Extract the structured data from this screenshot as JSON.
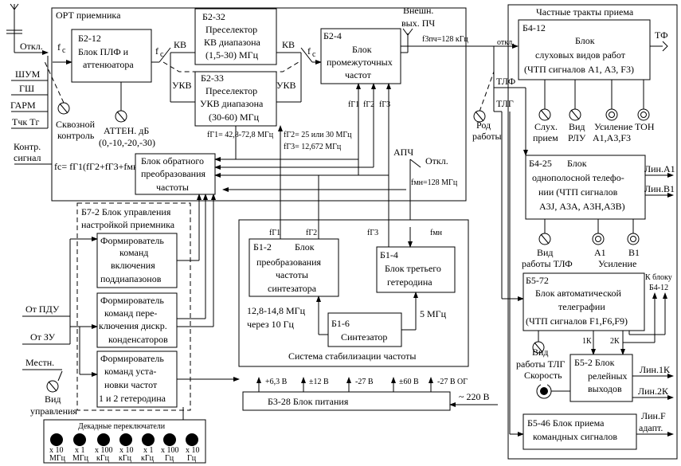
{
  "left_inputs": [
    "Откл.",
    "f",
    "ШУМ",
    "ГШ",
    "ГАРМ",
    "Тчк Тг",
    "Контр.",
    "сигнал"
  ],
  "ort": {
    "title": "ОРТ приемника",
    "b2_12": [
      "Б2-12",
      "Блок ПЛФ и",
      "аттенюатора"
    ],
    "kv": "КВ",
    "ukv": "УКВ",
    "fc": "f",
    "fc_sub": "c",
    "b2_32": [
      "Б2-32",
      "Преселектор",
      "КВ диапазона",
      "(1,5-30) МГц"
    ],
    "b2_33": [
      "Б2-33",
      "Преселектор",
      "УКВ диапазона",
      "(30-60) МГц"
    ],
    "b2_4": [
      "Б2-4",
      "Блок",
      "промежуточных",
      "частот"
    ],
    "ext_out": [
      "Внешн.",
      "вых. ПЧ"
    ],
    "f3pch": "f3пч=128 кГц",
    "through": [
      "Сквозной",
      "контроль"
    ],
    "atten": [
      "АТТЕН. дБ",
      "(0,-10,-20,-30)"
    ],
    "fg1": "fГ1= 42,8-72,8 МГц",
    "fg2": "fГ2= 25 или 30 МГц",
    "fg3": "fГ3= 12,672 МГц",
    "g1": "fГ1",
    "g2": "fГ2",
    "g3": "fГ3",
    "apch": "АПЧ",
    "off": "Откл.",
    "fmn": "fмн=128 МГц",
    "formula": "fc= fГ1(fГ2+fГ3+fмн)",
    "b_obr": [
      "Блок обратного",
      "преобразования",
      "частоты"
    ]
  },
  "b7_2": {
    "title": [
      "Б7-2  Блок управления",
      "настройкой приемника"
    ],
    "f1": [
      "Формирователь",
      "команд",
      "включения",
      "поддиапазонов"
    ],
    "f2": [
      "Формирователь",
      "команд пере-",
      "ключения дискр.",
      "конденсаторов"
    ],
    "f3": [
      "Формирователь",
      "команд уста-",
      "новки частот",
      "1 и 2 гетеродина"
    ]
  },
  "left_ctrl": [
    "От ПДУ",
    "От ЗУ",
    "Местн.",
    "Вид",
    "управления"
  ],
  "decade": {
    "title": "Декадные переключатели",
    "labels": [
      [
        "x 10",
        "МГц"
      ],
      [
        "x 1",
        "МГц"
      ],
      [
        "x 100",
        "кГц"
      ],
      [
        "x 10",
        "кГц"
      ],
      [
        "x 1",
        "кГц"
      ],
      [
        "x 100",
        "Гц"
      ],
      [
        "x 10",
        "Гц"
      ]
    ]
  },
  "sss": {
    "title": "Система стабилизации частоты",
    "b1_2": [
      "Б1-2",
      "Блок",
      "преобразования",
      "частоты",
      "синтезатора"
    ],
    "b1_4": [
      "Б1-4",
      "Блок третьего",
      "гетеродина"
    ],
    "b1_6": [
      "Б1-6",
      "Синтезатор"
    ],
    "range": [
      "12,8-14,8 МГц",
      "через 10 Гц"
    ],
    "mhz5": "5 МГц",
    "fg1": "fГ1",
    "fg2": "fГ2",
    "fg3": "fГ3",
    "fmn": "fмн"
  },
  "power": {
    "label": "Б3-28          Блок  питания",
    "rails": [
      "+6,3 В",
      "±12 В",
      "-27 В",
      "±60 В",
      "-27 В ОГ"
    ],
    "mains": "~ 220 В"
  },
  "right": {
    "title": "Частные тракты приема",
    "otkl": "откл.",
    "tlf": "ТЛФ",
    "tlg": "ТЛГ",
    "rod": [
      "Род",
      "работы"
    ],
    "b4_12": [
      "Б4-12",
      "Блок",
      "слуховых видов работ",
      "(ЧТП сигналов А1, А3, F3)"
    ],
    "tf": "ТФ",
    "sluh": [
      "Слух.",
      "прием"
    ],
    "vid_rlu": [
      "Вид",
      "РЛУ"
    ],
    "usil": [
      "Усиление",
      "А1,А3,F3"
    ],
    "ton": "ТОН",
    "b4_25": [
      "Б4-25",
      "Блок",
      "однополосной телефо-",
      "нии (ЧТП сигналов",
      "А3J, А3А, А3Н,А3В)"
    ],
    "lin_a1": "Лин.A1",
    "lin_b1": "Лин.B1",
    "vid_tlf": [
      "Вид",
      "работы ТЛФ"
    ],
    "a1": "А1",
    "b1": "В1",
    "usil2": "Усиление",
    "k_bloku": [
      "К блоку",
      "Б4-12"
    ],
    "b5_72": [
      "Б5-72",
      "Блок автоматической",
      "телеграфии",
      "(ЧТП сигналов F1,F6,F9)"
    ],
    "k1": "1К",
    "k2": "2К",
    "vid_tlg": [
      "Вид",
      "работы ТЛГ"
    ],
    "speed": "Скорость",
    "b5_2": [
      "Б5-2   Блок",
      "релейных",
      "выходов"
    ],
    "lin_1k": "Лин.1К",
    "lin_2k": "Лин.2К",
    "b5_46": "Б5-46  Блок приема",
    "b5_46b": "командных сигналов",
    "lin_f": [
      "Лин.F",
      "адапт."
    ]
  }
}
